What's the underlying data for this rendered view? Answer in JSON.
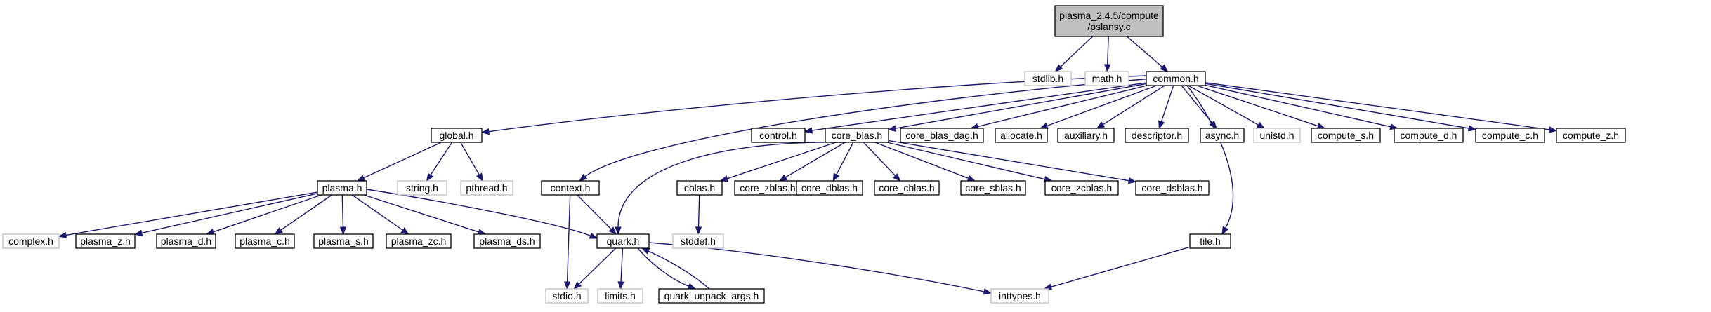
{
  "colors": {
    "edge": "#191970",
    "root_fill": "#bfbfbf",
    "node_border": "#000000",
    "missing_border": "#bfbfbf",
    "text": "#000000",
    "missing_text": "#9a9a9a"
  },
  "nodes": {
    "root": {
      "lines": [
        "plasma_2.4.5/compute",
        "/pslansy.c"
      ],
      "style": "root"
    },
    "stdlib_h": {
      "lines": [
        "stdlib.h"
      ],
      "style": "missing"
    },
    "math_h": {
      "lines": [
        "math.h"
      ],
      "style": "missing"
    },
    "common_h": {
      "lines": [
        "common.h"
      ],
      "style": "normal"
    },
    "global_h": {
      "lines": [
        "global.h"
      ],
      "style": "normal"
    },
    "control_h": {
      "lines": [
        "control.h"
      ],
      "style": "normal"
    },
    "core_blas_h": {
      "lines": [
        "core_blas.h"
      ],
      "style": "normal"
    },
    "core_blas_dag_h": {
      "lines": [
        "core_blas_dag.h"
      ],
      "style": "normal"
    },
    "allocate_h": {
      "lines": [
        "allocate.h"
      ],
      "style": "normal"
    },
    "auxiliary_h": {
      "lines": [
        "auxiliary.h"
      ],
      "style": "normal"
    },
    "descriptor_h": {
      "lines": [
        "descriptor.h"
      ],
      "style": "normal"
    },
    "async_h": {
      "lines": [
        "async.h"
      ],
      "style": "normal"
    },
    "unistd_h": {
      "lines": [
        "unistd.h"
      ],
      "style": "missing"
    },
    "compute_s_h": {
      "lines": [
        "compute_s.h"
      ],
      "style": "normal"
    },
    "compute_d_h": {
      "lines": [
        "compute_d.h"
      ],
      "style": "normal"
    },
    "compute_c_h": {
      "lines": [
        "compute_c.h"
      ],
      "style": "normal"
    },
    "compute_z_h": {
      "lines": [
        "compute_z.h"
      ],
      "style": "normal"
    },
    "plasma_h": {
      "lines": [
        "plasma.h"
      ],
      "style": "normal"
    },
    "string_h": {
      "lines": [
        "string.h"
      ],
      "style": "missing"
    },
    "pthread_h": {
      "lines": [
        "pthread.h"
      ],
      "style": "missing"
    },
    "context_h": {
      "lines": [
        "context.h"
      ],
      "style": "normal"
    },
    "cblas_h": {
      "lines": [
        "cblas.h"
      ],
      "style": "normal"
    },
    "core_zblas_h": {
      "lines": [
        "core_zblas.h"
      ],
      "style": "normal"
    },
    "core_dblas_h": {
      "lines": [
        "core_dblas.h"
      ],
      "style": "normal"
    },
    "core_cblas_h": {
      "lines": [
        "core_cblas.h"
      ],
      "style": "normal"
    },
    "core_sblas_h": {
      "lines": [
        "core_sblas.h"
      ],
      "style": "normal"
    },
    "core_zcblas_h": {
      "lines": [
        "core_zcblas.h"
      ],
      "style": "normal"
    },
    "core_dsblas_h": {
      "lines": [
        "core_dsblas.h"
      ],
      "style": "normal"
    },
    "complex_h": {
      "lines": [
        "complex.h"
      ],
      "style": "missing"
    },
    "plasma_z_h": {
      "lines": [
        "plasma_z.h"
      ],
      "style": "normal"
    },
    "plasma_d_h": {
      "lines": [
        "plasma_d.h"
      ],
      "style": "normal"
    },
    "plasma_c_h": {
      "lines": [
        "plasma_c.h"
      ],
      "style": "normal"
    },
    "plasma_s_h": {
      "lines": [
        "plasma_s.h"
      ],
      "style": "normal"
    },
    "plasma_zc_h": {
      "lines": [
        "plasma_zc.h"
      ],
      "style": "normal"
    },
    "plasma_ds_h": {
      "lines": [
        "plasma_ds.h"
      ],
      "style": "normal"
    },
    "quark_h": {
      "lines": [
        "quark.h"
      ],
      "style": "normal"
    },
    "stddef_h": {
      "lines": [
        "stddef.h"
      ],
      "style": "missing"
    },
    "tile_h": {
      "lines": [
        "tile.h"
      ],
      "style": "normal"
    },
    "stdio_h": {
      "lines": [
        "stdio.h"
      ],
      "style": "missing"
    },
    "limits_h": {
      "lines": [
        "limits.h"
      ],
      "style": "missing"
    },
    "quark_unpack_args_h": {
      "lines": [
        "quark_unpack_args.h"
      ],
      "style": "normal"
    },
    "inttypes_h": {
      "lines": [
        "inttypes.h"
      ],
      "style": "missing"
    }
  },
  "edges": [
    [
      "root",
      "stdlib_h"
    ],
    [
      "root",
      "math_h"
    ],
    [
      "root",
      "common_h"
    ],
    [
      "common_h",
      "global_h"
    ],
    [
      "common_h",
      "control_h"
    ],
    [
      "common_h",
      "core_blas_h"
    ],
    [
      "common_h",
      "core_blas_dag_h"
    ],
    [
      "common_h",
      "allocate_h"
    ],
    [
      "common_h",
      "auxiliary_h"
    ],
    [
      "common_h",
      "descriptor_h"
    ],
    [
      "common_h",
      "async_h"
    ],
    [
      "common_h",
      "unistd_h"
    ],
    [
      "common_h",
      "compute_s_h"
    ],
    [
      "common_h",
      "compute_d_h"
    ],
    [
      "common_h",
      "compute_c_h"
    ],
    [
      "common_h",
      "compute_z_h"
    ],
    [
      "common_h",
      "context_h"
    ],
    [
      "common_h",
      "tile_h"
    ],
    [
      "global_h",
      "plasma_h"
    ],
    [
      "global_h",
      "string_h"
    ],
    [
      "global_h",
      "pthread_h"
    ],
    [
      "plasma_h",
      "complex_h"
    ],
    [
      "plasma_h",
      "plasma_z_h"
    ],
    [
      "plasma_h",
      "plasma_d_h"
    ],
    [
      "plasma_h",
      "plasma_c_h"
    ],
    [
      "plasma_h",
      "plasma_s_h"
    ],
    [
      "plasma_h",
      "plasma_zc_h"
    ],
    [
      "plasma_h",
      "plasma_ds_h"
    ],
    [
      "plasma_h",
      "quark_h"
    ],
    [
      "core_blas_h",
      "cblas_h"
    ],
    [
      "core_blas_h",
      "core_zblas_h"
    ],
    [
      "core_blas_h",
      "core_dblas_h"
    ],
    [
      "core_blas_h",
      "core_cblas_h"
    ],
    [
      "core_blas_h",
      "core_sblas_h"
    ],
    [
      "core_blas_h",
      "core_zcblas_h"
    ],
    [
      "core_blas_h",
      "core_dsblas_h"
    ],
    [
      "core_blas_h",
      "quark_h"
    ],
    [
      "context_h",
      "quark_h"
    ],
    [
      "context_h",
      "stdio_h"
    ],
    [
      "cblas_h",
      "stddef_h"
    ],
    [
      "quark_h",
      "stdio_h"
    ],
    [
      "quark_h",
      "limits_h"
    ],
    [
      "quark_h",
      "quark_unpack_args_h"
    ],
    [
      "quark_h",
      "inttypes_h"
    ],
    [
      "quark_unpack_args_h",
      "quark_h"
    ],
    [
      "tile_h",
      "inttypes_h"
    ]
  ]
}
